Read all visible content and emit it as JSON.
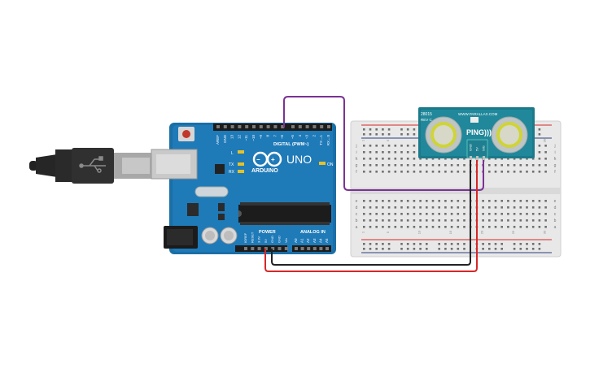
{
  "arduino": {
    "brand": "ARDUINO",
    "model": "UNO",
    "digital_header": "DIGITAL (PWM~)",
    "power_header": "POWER",
    "analog_header": "ANALOG IN",
    "on_label": "ON",
    "l_label": "L",
    "tx_label": "TX",
    "rx_label": "RX",
    "digital_pins": [
      "AREF",
      "GND",
      "13",
      "12",
      "~11",
      "~10",
      "~9",
      "8",
      "7",
      "~6",
      "~5",
      "4",
      "~3",
      "2",
      "TX→1",
      "RX←0"
    ],
    "power_pins": [
      "IOREF",
      "RESET",
      "3.3V",
      "5V",
      "GND",
      "GND",
      "Vin"
    ],
    "analog_pins": [
      "A0",
      "A1",
      "A2",
      "A3",
      "A4",
      "A5"
    ]
  },
  "sensor": {
    "part_no": "28015",
    "rev": "REV C",
    "url": "WWW.PARALLAX.COM",
    "name": "PING)))",
    "pins": [
      "GND",
      "5V",
      "SIG"
    ]
  },
  "breadboard": {
    "row_letters_top": [
      "j",
      "i",
      "h",
      "g",
      "f"
    ],
    "row_letters_bottom": [
      "e",
      "d",
      "c",
      "b",
      "a"
    ],
    "column_numbers": [
      "1",
      "5",
      "10",
      "15",
      "20",
      "25",
      "30"
    ]
  },
  "wires": [
    {
      "name": "signal",
      "color": "#7b3294"
    },
    {
      "name": "ground",
      "color": "#222222"
    },
    {
      "name": "power",
      "color": "#d62728"
    }
  ],
  "usb_cable": {
    "color": "#1f1f1f"
  }
}
